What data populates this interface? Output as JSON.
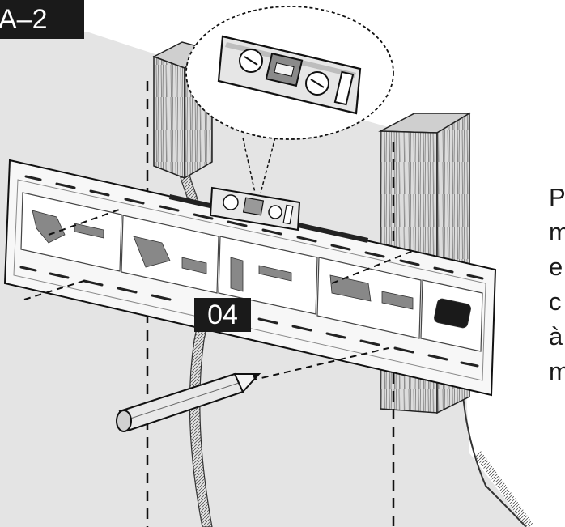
{
  "step_label": "A–2",
  "callout_number": "04",
  "side_text_lines": [
    "P",
    "m",
    "e",
    "c",
    "à",
    "m"
  ],
  "colors": {
    "ink": "#1a1a1a",
    "wall": "#e4e4e4",
    "wood": "#d8d8d8",
    "template": "#f7f7f7",
    "label_bg": "#1a1a1a",
    "label_text": "#ffffff"
  }
}
